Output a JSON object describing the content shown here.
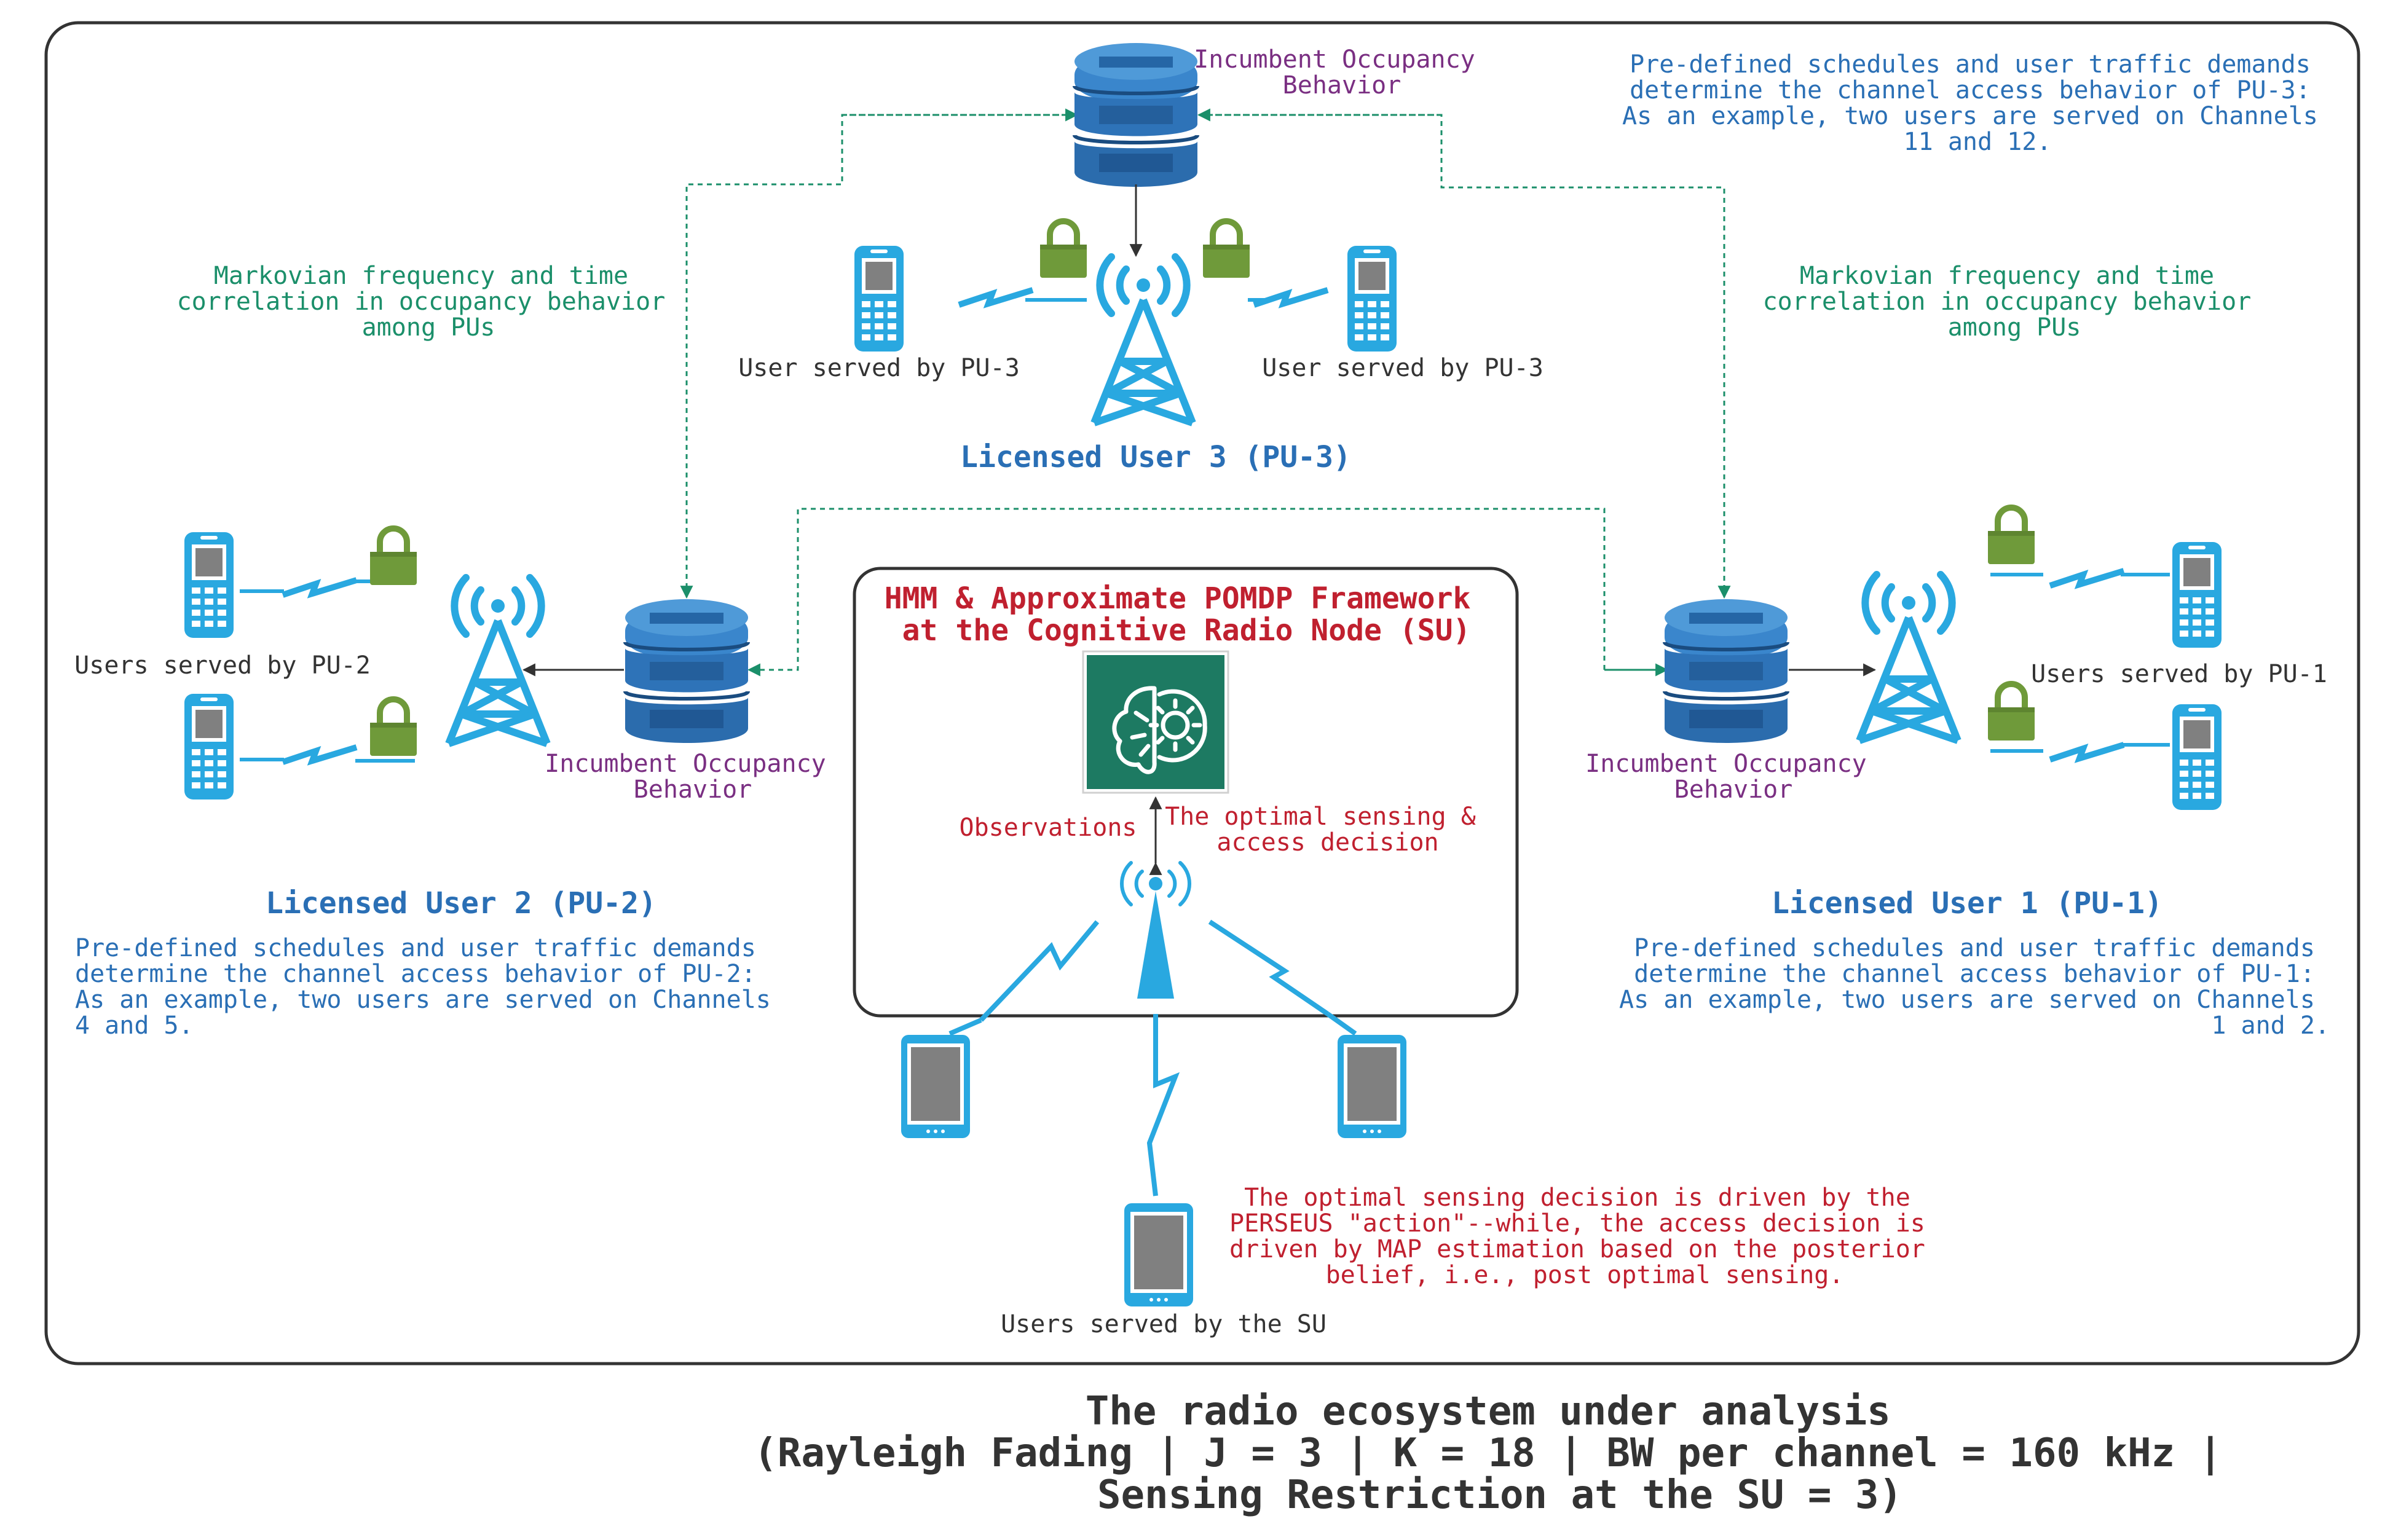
{
  "colors": {
    "border": "#333333",
    "pu_blue": "#2a6fb5",
    "device_blue": "#29a8e0",
    "db_blue": "#2e73b8",
    "lock_green": "#6f9a3a",
    "link_green": "#1b8f6a",
    "purple": "#7a2f82",
    "red": "#c0202f",
    "ai_teal": "#1d7a62"
  },
  "pu3": {
    "incumbent_label": [
      "Incumbent Occupancy",
      "Behavior"
    ],
    "user_left_label": "User served by PU-3",
    "user_right_label": "User served by PU-3",
    "title": "Licensed User 3 (PU-3)",
    "note": [
      "Pre-defined schedules and user traffic demands",
      "determine the channel access behavior of PU-3:",
      "As an example, two users are served on Channels",
      "11 and 12."
    ]
  },
  "markov_left": [
    "Markovian frequency and time",
    "correlation in occupancy behavior",
    "among PUs"
  ],
  "markov_right": [
    "Markovian frequency and time",
    "correlation in occupancy behavior",
    "among PUs"
  ],
  "pu2": {
    "users_label": "Users served by PU-2",
    "incumbent_label": [
      "Incumbent Occupancy",
      "Behavior"
    ],
    "title": "Licensed User 2 (PU-2)",
    "note": [
      "Pre-defined schedules and user traffic demands",
      "determine the channel access behavior of PU-2:",
      "As an example, two users are served on Channels",
      "4 and 5."
    ]
  },
  "pu1": {
    "users_label": "Users served by PU-1",
    "incumbent_label": [
      "Incumbent Occupancy",
      "Behavior"
    ],
    "title": "Licensed User 1 (PU-1)",
    "note": [
      "Pre-defined schedules and user traffic demands",
      "determine the channel access behavior of PU-1:",
      "As an example, two users are served on Channels",
      "1 and 2."
    ]
  },
  "su": {
    "framework_title": [
      "HMM & Approximate POMDP Framework",
      "at the Cognitive Radio Node (SU)"
    ],
    "observations_label": "Observations",
    "decision_label": [
      "The optimal sensing &",
      "access decision"
    ],
    "users_label": "Users served by the SU",
    "perseus_note": [
      "The optimal sensing decision is driven by the",
      "PERSEUS \"action\"--while, the access decision is",
      "driven by MAP estimation based on the posterior",
      "belief, i.e., post optimal sensing."
    ]
  },
  "caption": [
    "The radio ecosystem under analysis",
    "(Rayleigh Fading | J = 3 | K = 18 | BW per channel = 160 kHz |",
    "Sensing Restriction at the SU = 3)"
  ]
}
